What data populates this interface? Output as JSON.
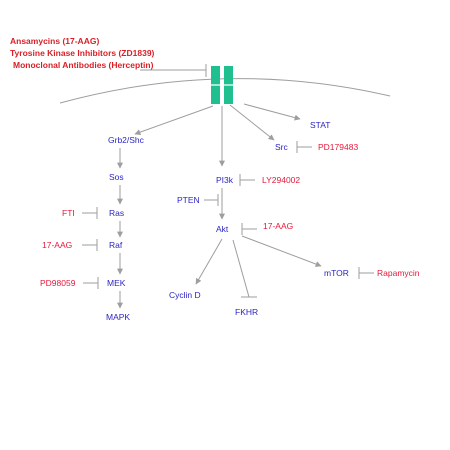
{
  "header_inhibitors": [
    "Ansamycins (17-AAG)",
    "Tyrosine Kinase Inhibitors (ZD1839)",
    "Monoclonal Antibodies (Herceptin)"
  ],
  "nodes": {
    "grb2": "Grb2/Shc",
    "sos": "Sos",
    "ras": "Ras",
    "raf": "Raf",
    "mek": "MEK",
    "mapk": "MAPK",
    "pi3k": "PI3k",
    "pten": "PTEN",
    "akt": "Akt",
    "cyclind": "Cyclin D",
    "fkhr": "FKHR",
    "mtor": "mTOR",
    "src": "Src",
    "stat": "STAT"
  },
  "inhibitors": {
    "fti": "FTI",
    "aag_raf": "17-AAG",
    "pd98059": "PD98059",
    "ly294002": "LY294002",
    "aag_akt": "17-AAG",
    "rapamycin": "Rapamycin",
    "pd179483": "PD179483"
  },
  "colors": {
    "node_text": "#2b25c4",
    "inhibitor_text": "#e8183a",
    "header_text": "#d81f26",
    "receptor": "#1fbf8f",
    "arrows": "#9e9e9e"
  }
}
